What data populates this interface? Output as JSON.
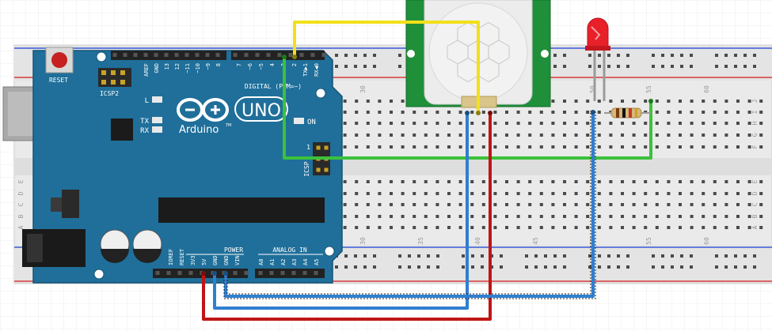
{
  "breadboard": {
    "column_numbers": [
      "30",
      "35",
      "40",
      "45",
      "50",
      "55",
      "60"
    ],
    "row_letters_top": [
      "J",
      "I",
      "H",
      "G",
      "F"
    ],
    "row_letters_bottom": [
      "E",
      "D",
      "C",
      "B",
      "A"
    ]
  },
  "arduino": {
    "reset_label": "RESET",
    "icsp2_label": "ICSP2",
    "icsp_label": "ICSP",
    "brand_name": "Arduino",
    "trademark": "TM",
    "model": "UNO",
    "led_l": "L",
    "led_tx": "TX",
    "led_rx": "RX",
    "on_label": "ON",
    "icsp_pin1": "1",
    "digital_header_label": "DIGITAL (PWM=~)",
    "power_header_label": "POWER",
    "analog_header_label": "ANALOG IN",
    "top_pin_labels": [
      "AREF",
      "GND",
      "13",
      "12",
      "~11",
      "~10",
      "~9",
      "8",
      "7",
      "~6",
      "~5",
      "4",
      "~3",
      "2",
      "TX▶1",
      "RX◀0"
    ],
    "power_pin_labels": [
      "IOREF",
      "RESET",
      "3V3",
      "5V",
      "GND",
      "GND",
      "VIN"
    ],
    "analog_pin_labels": [
      "A0",
      "A1",
      "A2",
      "A3",
      "A4",
      "A5"
    ]
  },
  "components": {
    "pir_sensor": "PIR motion sensor",
    "led": "red LED",
    "resistor": "resistor"
  },
  "colors": {
    "board_blue": "#1f6f9a",
    "wire_yellow": "#f2e01a",
    "wire_green": "#3cc13c",
    "wire_blue": "#2f7fd0",
    "wire_red": "#c01515",
    "rail_red": "#d83a3a",
    "rail_blue": "#3a5bd8"
  }
}
